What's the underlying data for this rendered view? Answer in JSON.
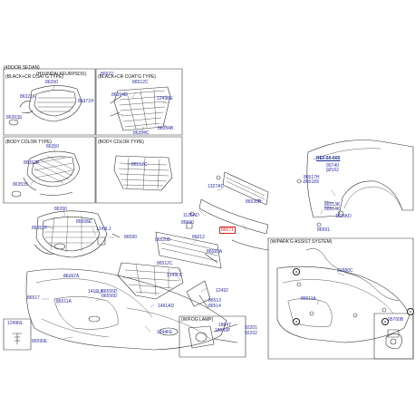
{
  "captions": {
    "sedan": "(4DOOR SEDAN)",
    "hyundai": "(HYUNDAI KEURPSDI1)",
    "black_coat_1": "(BLACK+CR COAT'G TYPE)",
    "black_coat_2": "(BLACK+CR COAT'G TYPE)",
    "body_color_1": "(BODY COLOR TYPE)",
    "body_color_2": "(BODY COLOR TYPE)",
    "park_assist": "(W/PARK'G ASSIST SYSTEM)",
    "fog_lamp": "(W/FOG LAMP)",
    "ref": "REF.60-660"
  },
  "highlight": "86571",
  "badges": [
    "a",
    "a",
    "a",
    "a"
  ],
  "parts": {
    "p86572": "86572",
    "p86260": "86260",
    "p86371k": "86371K",
    "p86371h": "86371H",
    "p86353s_a": "86353S",
    "p86512c_a": "86512C",
    "p86354e": "86354E",
    "p1249be": "1249BE",
    "p86354b": "86354B",
    "p86354c": "86354C",
    "p86350_a": "86350",
    "p86352p_a": "86352P",
    "p86353s_b": "86353S",
    "p86512c_b": "86512C",
    "p1327ac": "1327AC",
    "p86530b": "86530B",
    "p1125ad": "1125AD",
    "p86590_a": "86590",
    "p86350_b": "86350",
    "p86655e": "86655E",
    "p1249lj": "1249LJ",
    "p86352p_b": "86352P",
    "p86590_b": "86590",
    "p86520b": "86520B",
    "p86012": "86012",
    "p86593a": "86593A",
    "p86517h": "86517H",
    "p86518s": "86518S",
    "p90740": "90740",
    "p92162": "92162",
    "p86513k": "86513K",
    "p86514k": "86514K",
    "p1125kd": "1125KD",
    "p86591": "86591",
    "p91880c": "91880C",
    "p86157a": "86157A",
    "p86517": "86517",
    "p1416lk": "1416LK",
    "p86555d": "86555D",
    "p86556d": "86556D",
    "p86512c_c": "86512C",
    "p1249lc": "1249LC",
    "p12492": "12492",
    "p86513": "86513",
    "p86514": "86514",
    "p86511a_a": "86511A",
    "p1491ad": "1491AD",
    "p86511a_b": "86511A",
    "p1249nl": "1249NL",
    "p86590e": "86590E",
    "p1244fe": "1244FE",
    "p18647": "18647",
    "p18643p": "18643P",
    "p92201": "92201",
    "p92202": "92202",
    "p95700b": "95700B"
  }
}
